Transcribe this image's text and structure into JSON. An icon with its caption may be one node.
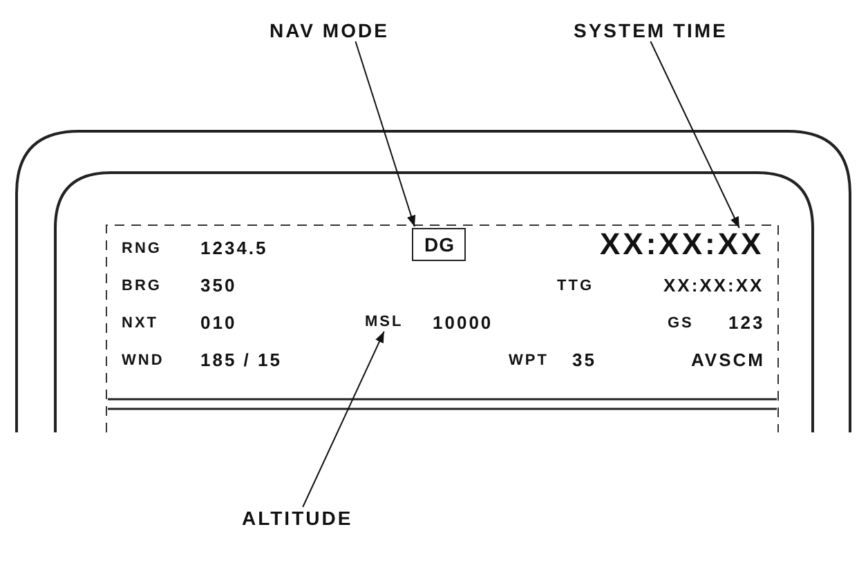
{
  "diagram": {
    "nodes": [
      {
        "text": [
          "NAV MODE"
        ]
      },
      {
        "text": [
          "SYSTEM TIME"
        ]
      },
      {
        "text": [
          "DG"
        ]
      },
      {
        "text": [
          "XX:XX:XX"
        ]
      },
      {
        "text": [
          "MSL"
        ]
      },
      {
        "text": [
          "ALTITUDE"
        ]
      }
    ],
    "edges": [
      {
        "from": 0,
        "to": 2,
        "arrow": "to"
      },
      {
        "from": 1,
        "to": 3,
        "arrow": "to"
      },
      {
        "from": 5,
        "to": 4,
        "arrow": "to"
      }
    ],
    "labels": [
      "RNG",
      "1234.5",
      "BRG",
      "350",
      "TTG",
      "XX:XX:XX",
      "NXT",
      "010",
      "10000",
      "GS",
      "123",
      "WND",
      "185 / 15",
      "WPT",
      "35",
      "AVSCM"
    ]
  }
}
